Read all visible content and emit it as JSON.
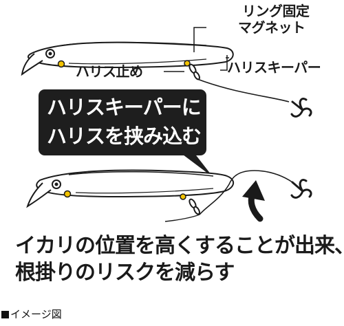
{
  "labels": {
    "magnet_line1": "リング固定",
    "magnet_line2": "マグネット",
    "leader_keeper": "ハリスキーパー",
    "leader_stopper": "ハリス止め"
  },
  "callout": {
    "line1": "ハリスキーパーに",
    "line2": "ハリスを挟み込む"
  },
  "caption": {
    "line1": "イカリの位置を高くすることが出来、",
    "line2": "根掛りのリスクを減らす"
  },
  "footer": "イメージ図",
  "colors": {
    "ink": "#1a1a1a",
    "callout_bg": "#1e1e1e",
    "eye_yellow": "#f2c200"
  },
  "icons": {
    "rotation_arrow": "curved-up-arrow-icon",
    "hook": "treble-hook-icon"
  }
}
